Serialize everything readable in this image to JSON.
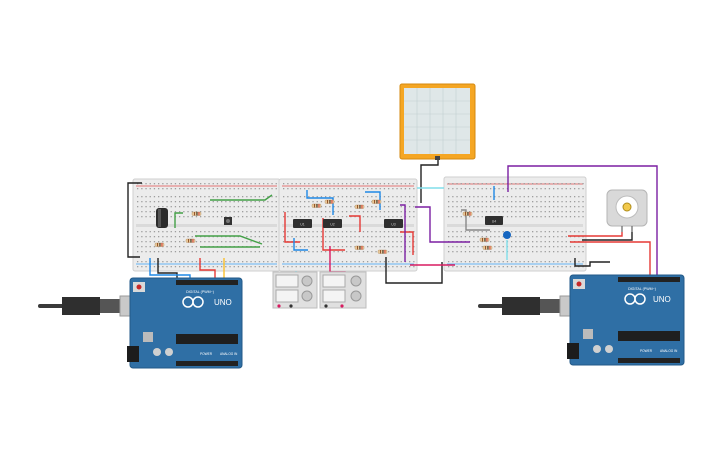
{
  "workspace": {
    "background": "#ffffff"
  },
  "components": {
    "arduino_left": {
      "brand_text": "UNO",
      "header_label": "DIGITAL (PWM~)",
      "power_label": "POWER",
      "analog_label": "ANALOG IN",
      "board_color": "#2f6fa5"
    },
    "arduino_right": {
      "brand_text": "UNO",
      "header_label": "DIGITAL (PWM~)",
      "power_label": "POWER",
      "analog_label": "ANALOG IN",
      "board_color": "#2f6fa5"
    },
    "ic_chips": [
      "U1",
      "U2",
      "U3",
      "U4"
    ],
    "oscilloscope": {
      "frame_color": "#f5a623",
      "screen_color": "#dfe7e8"
    },
    "dc_motor": {
      "color": "#d9d9d9"
    }
  },
  "colors": {
    "wire_black": "#222222",
    "wire_red": "#e53935",
    "wire_blue": "#1e88e5",
    "wire_green": "#43a047",
    "wire_purple": "#7b1fa2",
    "wire_yellow": "#fbc02d",
    "wire_magenta": "#d81b60",
    "wire_cyan": "#26c6da",
    "breadboard": "#ebebeb",
    "usb_cable": "#3a3a3a"
  }
}
